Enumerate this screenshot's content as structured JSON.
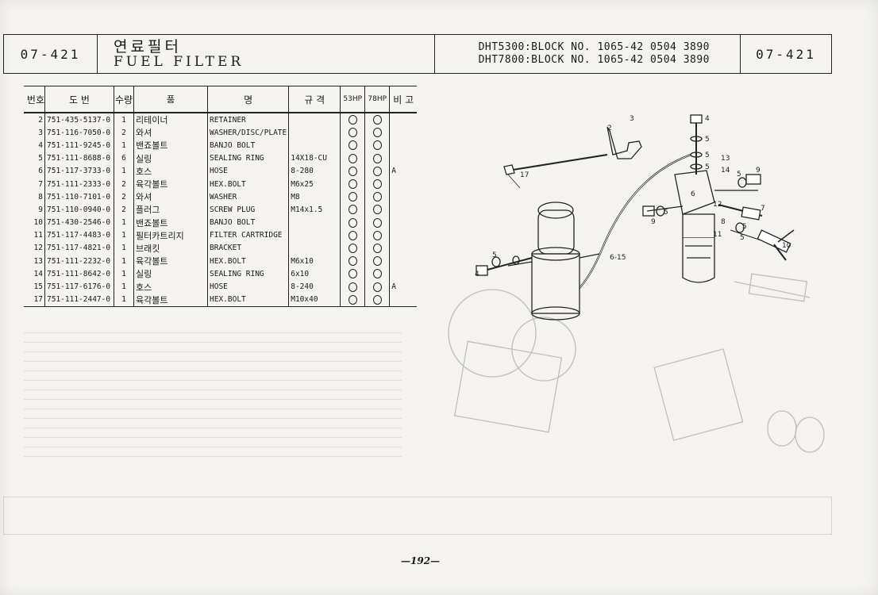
{
  "header": {
    "code_left": "07-421",
    "title_ko": "연료필터",
    "title_en": "FUEL FILTER",
    "block_line1": "DHT5300:BLOCK NO. 1065-42 0504 3890",
    "block_line2": "DHT7800:BLOCK NO. 1065-42 0504 3890",
    "code_right": "07-421"
  },
  "table": {
    "headers": [
      "번호",
      "도   번",
      "수량",
      "품",
      "명",
      "규 격",
      "53HP",
      "78HP",
      "비 고"
    ],
    "rows": [
      {
        "no": "2",
        "part": "751-435-5137-0",
        "qty": "1",
        "ko": "리테이너",
        "en": "RETAINER",
        "spec": "",
        "a": true,
        "b": true,
        "rem": ""
      },
      {
        "no": "3",
        "part": "751-116-7050-0",
        "qty": "2",
        "ko": "와셔",
        "en": "WASHER/DISC/PLATE",
        "spec": "",
        "a": true,
        "b": true,
        "rem": ""
      },
      {
        "no": "4",
        "part": "751-111-9245-0",
        "qty": "1",
        "ko": "밴죠볼트",
        "en": "BANJO BOLT",
        "spec": "",
        "a": true,
        "b": true,
        "rem": ""
      },
      {
        "no": "5",
        "part": "751-111-8688-0",
        "qty": "6",
        "ko": "실링",
        "en": "SEALING RING",
        "spec": "14X18-CU",
        "a": true,
        "b": true,
        "rem": ""
      },
      {
        "no": "6",
        "part": "751-117-3733-0",
        "qty": "1",
        "ko": "호스",
        "en": "HOSE",
        "spec": "8-280",
        "a": true,
        "b": true,
        "rem": "A"
      },
      {
        "no": "7",
        "part": "751-111-2333-0",
        "qty": "2",
        "ko": "육각볼트",
        "en": "HEX.BOLT",
        "spec": "M6x25",
        "a": true,
        "b": true,
        "rem": ""
      },
      {
        "no": "8",
        "part": "751-110-7101-0",
        "qty": "2",
        "ko": "와셔",
        "en": "WASHER",
        "spec": "M8",
        "a": true,
        "b": true,
        "rem": ""
      },
      {
        "no": "9",
        "part": "751-110-0940-0",
        "qty": "2",
        "ko": "플러그",
        "en": "SCREW PLUG",
        "spec": "M14x1.5",
        "a": true,
        "b": true,
        "rem": ""
      },
      {
        "no": "10",
        "part": "751-430-2546-0",
        "qty": "1",
        "ko": "밴죠볼트",
        "en": "BANJO BOLT",
        "spec": "",
        "a": true,
        "b": true,
        "rem": ""
      },
      {
        "no": "11",
        "part": "751-117-4483-0",
        "qty": "1",
        "ko": "필터카트리지",
        "en": "FILTER CARTRIDGE",
        "spec": "",
        "a": true,
        "b": true,
        "rem": ""
      },
      {
        "no": "12",
        "part": "751-117-4821-0",
        "qty": "1",
        "ko": "브래킷",
        "en": "BRACKET",
        "spec": "",
        "a": true,
        "b": true,
        "rem": ""
      },
      {
        "no": "13",
        "part": "751-111-2232-0",
        "qty": "1",
        "ko": "육각볼트",
        "en": "HEX.BOLT",
        "spec": "M6x10",
        "a": true,
        "b": true,
        "rem": ""
      },
      {
        "no": "14",
        "part": "751-111-8642-0",
        "qty": "1",
        "ko": "실링",
        "en": "SEALING RING",
        "spec": "6x10",
        "a": true,
        "b": true,
        "rem": ""
      },
      {
        "no": "15",
        "part": "751-117-6176-0",
        "qty": "1",
        "ko": "호스",
        "en": "HOSE",
        "spec": "8-240",
        "a": true,
        "b": true,
        "rem": "A"
      },
      {
        "no": "17",
        "part": "751-111-2447-0",
        "qty": "1",
        "ko": "육각볼트",
        "en": "HEX.BOLT",
        "spec": "M10x40",
        "a": true,
        "b": true,
        "rem": ""
      }
    ]
  },
  "diagram": {
    "callouts": [
      "2",
      "3",
      "4",
      "5",
      "5",
      "5",
      "13",
      "14",
      "5",
      "9",
      "6",
      "12",
      "7",
      "8",
      "5",
      "9",
      "5",
      "11",
      "5",
      "10",
      "5",
      "4",
      "17",
      "6-15"
    ]
  },
  "footer": {
    "page_number": "—192—"
  }
}
